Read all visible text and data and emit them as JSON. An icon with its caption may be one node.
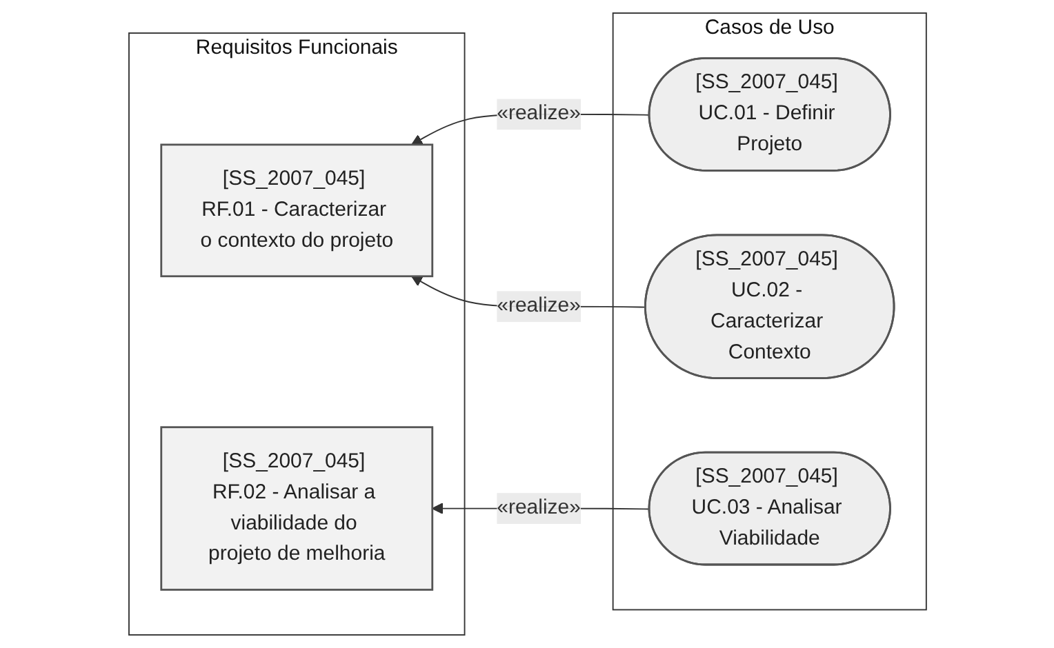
{
  "diagram": {
    "nodes": [
      {
        "text": [
          "Requisitos Funcionais"
        ]
      },
      {
        "text": [
          "[SS_2007_045] RF.01 - Caracterizar o contexto do projeto"
        ],
        "in": 0
      },
      {
        "text": [
          "[SS_2007_045] RF.02 - Analisar a viabilidade do projeto de melhoria"
        ],
        "in": 0
      },
      {
        "text": [
          "Casos de Uso"
        ]
      },
      {
        "text": [
          "[SS_2007_045] UC.01 - Definir Projeto"
        ],
        "in": 3
      },
      {
        "text": [
          "[SS_2007_045] UC.02 - Caracterizar Contexto"
        ],
        "in": 3
      },
      {
        "text": [
          "[SS_2007_045] UC.03 - Analisar Viabilidade"
        ],
        "in": 3
      }
    ],
    "edges": [
      {
        "from": 4,
        "to": 1,
        "arrow": "to",
        "label": "«realize»"
      },
      {
        "from": 5,
        "to": 1,
        "arrow": "to",
        "label": "«realize»"
      },
      {
        "from": 6,
        "to": 2,
        "arrow": "to",
        "label": "«realize»"
      }
    ]
  }
}
